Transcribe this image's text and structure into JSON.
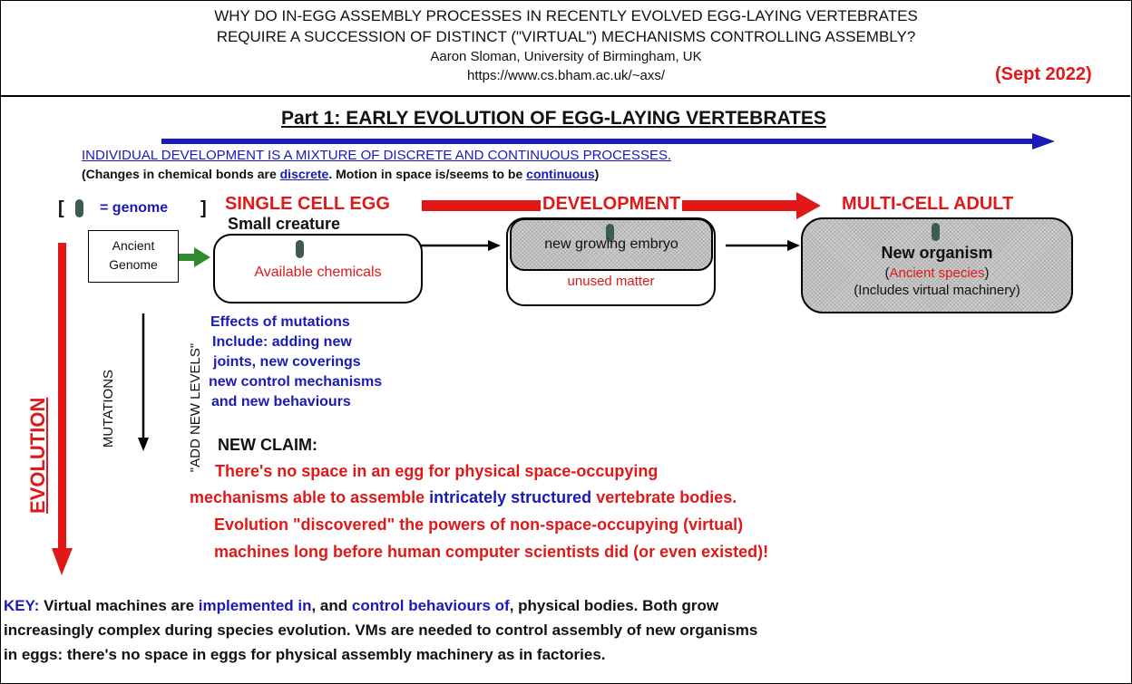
{
  "header": {
    "title_line1": "WHY DO IN-EGG ASSEMBLY PROCESSES IN RECENTLY EVOLVED EGG-LAYING VERTEBRATES",
    "title_line2": "REQUIRE A SUCCESSION OF DISTINCT (\"VIRTUAL\") MECHANISMS CONTROLLING ASSEMBLY?",
    "author": "Aaron Sloman, University of Birmingham, UK",
    "url": "https://www.cs.bham.ac.uk/~axs/",
    "date": "(Sept 2022)"
  },
  "part_title": "Part 1:  EARLY EVOLUTION OF EGG-LAYING VERTEBRATES",
  "dev_note": {
    "line1": "INDIVIDUAL DEVELOPMENT IS A MIXTURE OF DISCRETE AND CONTINUOUS PROCESSES.",
    "line2_a": "(Changes in chemical bonds are ",
    "line2_b": "discrete",
    "line2_c": ". Motion in space is/seems to be ",
    "line2_d": "continuous",
    "line2_e": ")"
  },
  "legend": {
    "open": "[",
    "label": "= genome",
    "close": "]"
  },
  "stages": {
    "egg": "SINGLE CELL EGG",
    "development": "DEVELOPMENT",
    "adult": "MULTI-CELL ADULT"
  },
  "ancient_genome": {
    "line1": "Ancient",
    "line2": "Genome"
  },
  "small_creature": {
    "title": "Small creature",
    "chemicals": "Available chemicals"
  },
  "embryo": {
    "growing": "new growing embryo",
    "unused": "unused matter"
  },
  "organism": {
    "title": "New organism",
    "species_open": "(",
    "species": "Ancient species",
    "species_close": ")",
    "includes": "(Includes virtual machinery)"
  },
  "mutations": {
    "label": "MUTATIONS",
    "levels": "\"ADD NEW LEVELS\"",
    "effects": [
      "Effects of mutations",
      "Include: adding new",
      "joints, new coverings",
      "new control mechanisms",
      "and new behaviours"
    ]
  },
  "evolution_label": "EVOLUTION",
  "claim": {
    "heading": "NEW CLAIM:",
    "line1": "There's no space in an egg for physical  space-occupying",
    "line2_a": "mechanisms  able to assemble ",
    "line2_b": "intricately structured",
    "line2_c": " vertebrate bodies.",
    "line3": "Evolution \"discovered\"  the powers of non-space-occupying (virtual)",
    "line4": "machines long before human computer scientists did (or even existed)!"
  },
  "key": {
    "label": "KEY:",
    "l1_a": " Virtual machines are ",
    "l1_b": "implemented in",
    "l1_c": ", and ",
    "l1_d": "control behaviours of",
    "l1_e": ", physical bodies. Both grow",
    "line2": "increasingly complex during species evolution. VMs are needed to control assembly of new organisms",
    "line3": "in eggs: there's no space in eggs for physical assembly machinery as in factories."
  },
  "colors": {
    "red": "#e01818",
    "blue": "#1a1ab8",
    "green": "#2e8b2e",
    "genome": "#3d5a55"
  }
}
